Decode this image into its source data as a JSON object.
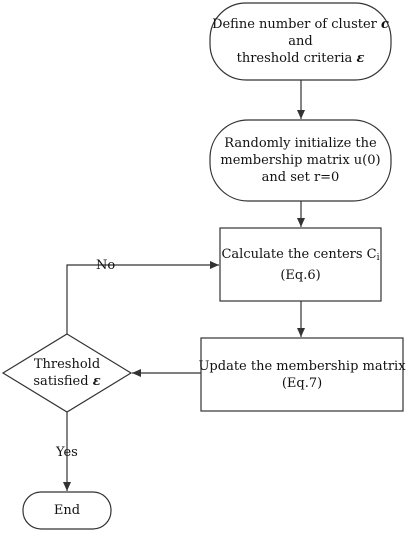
{
  "nodes": {
    "start": {
      "line1": "Define number of cluster",
      "line1_symbol": "c",
      "line2": "and",
      "line3": "threshold criteria",
      "line3_symbol": "ε"
    },
    "init": {
      "line1": "Randomly initialize the",
      "line2": "membership matrix u(0)",
      "line3": "and set r=0"
    },
    "centers": {
      "line1": "Calculate the centers C",
      "line1_sub": "i",
      "line2": "(Eq.6)"
    },
    "update": {
      "line1": "Update the membership matrix",
      "line2": "(Eq.7)"
    },
    "decision": {
      "line1": "Threshold",
      "line2": "satisfied",
      "line2_symbol": "ε"
    },
    "end": {
      "label": "End"
    }
  },
  "edge_labels": {
    "no": "No",
    "yes": "Yes"
  }
}
